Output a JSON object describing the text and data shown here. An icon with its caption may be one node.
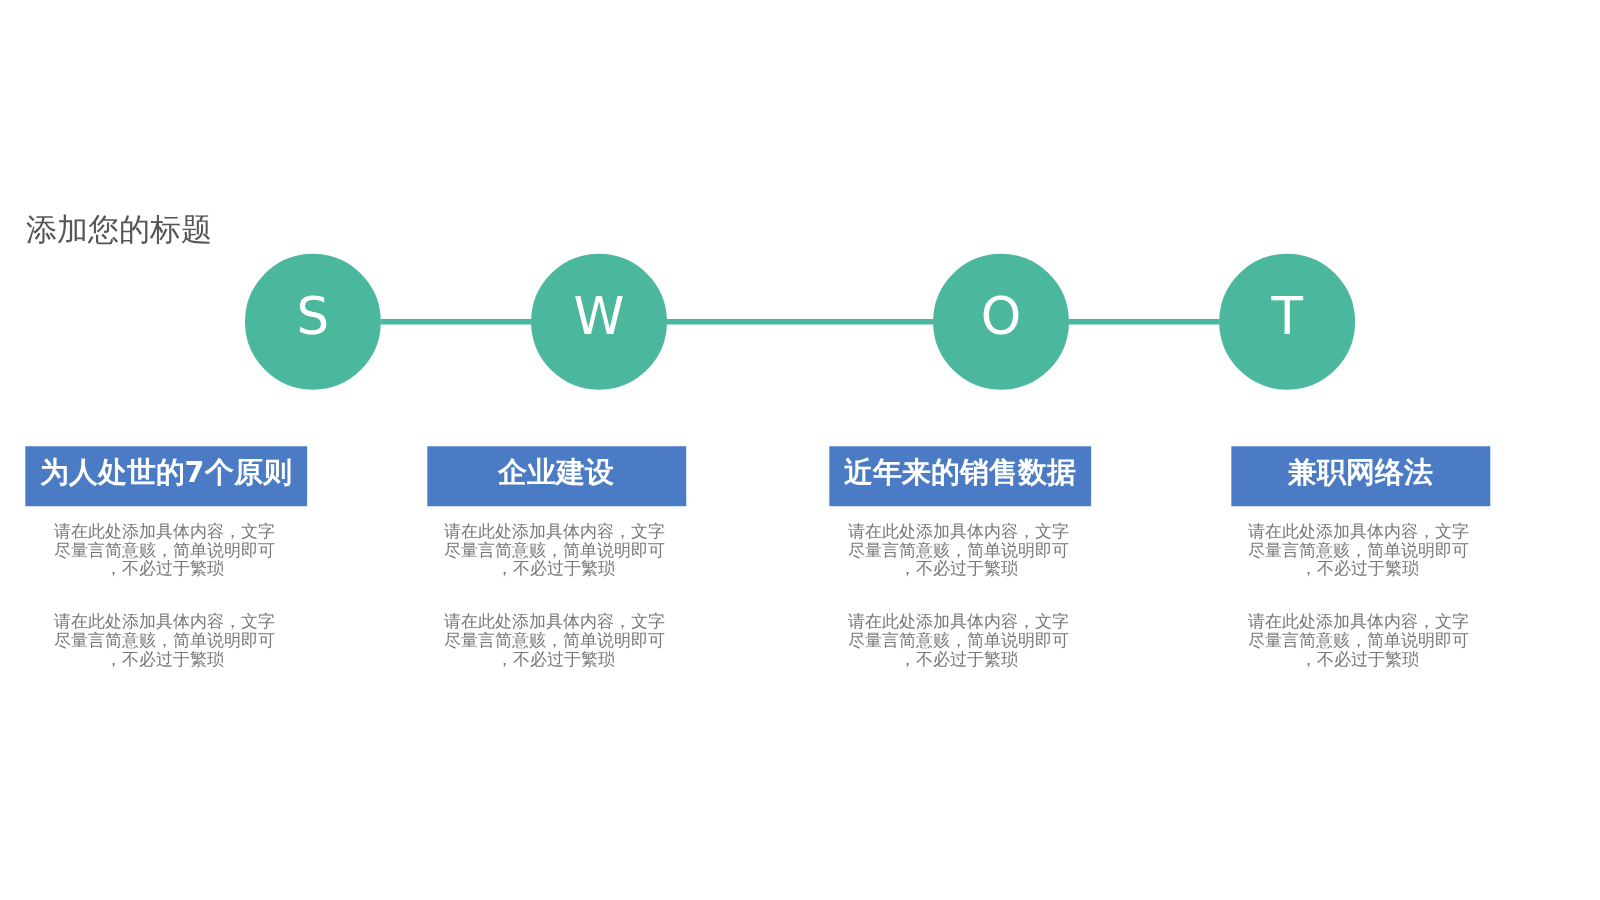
{
  "diagram": {
    "title": "添加您的标题",
    "nodes": [
      {
        "text": [
          "S"
        ]
      },
      {
        "text": [
          "W"
        ]
      },
      {
        "text": [
          "O"
        ]
      },
      {
        "text": [
          "T"
        ]
      },
      {
        "text": [
          "为人处世的7个原则"
        ],
        "beside": [
          "请在此处添加具体内容，文字尽量言简意赅，简单说明即可，不必过于繁琐",
          "请在此处添加具体内容，文字尽量言简意赅，简单说明即可，不必过于繁琐"
        ]
      },
      {
        "text": [
          "企业建设"
        ],
        "beside": [
          "请在此处添加具体内容，文字尽量言简意赅，简单说明即可，不必过于繁琐",
          "请在此处添加具体内容，文字尽量言简意赅，简单说明即可，不必过于繁琐"
        ]
      },
      {
        "text": [
          "近年来的销售数据"
        ],
        "beside": [
          "请在此处添加具体内容，文字尽量言简意赅，简单说明即可，不必过于繁琐",
          "请在此处添加具体内容，文字尽量言简意赅，简单说明即可，不必过于繁琐"
        ]
      },
      {
        "text": [
          "兼职网络法"
        ],
        "beside": [
          "请在此处添加具体内容，文字尽量言简意赅，简单说明即可，不必过于繁琐",
          "请在此处添加具体内容，文字尽量言简意赅，简单说明即可，不必过于繁琐"
        ]
      }
    ],
    "edges": [
      {
        "from": 0,
        "to": 1,
        "arrow": "none"
      },
      {
        "from": 1,
        "to": 2,
        "arrow": "none"
      },
      {
        "from": 2,
        "to": 3,
        "arrow": "none"
      }
    ]
  }
}
